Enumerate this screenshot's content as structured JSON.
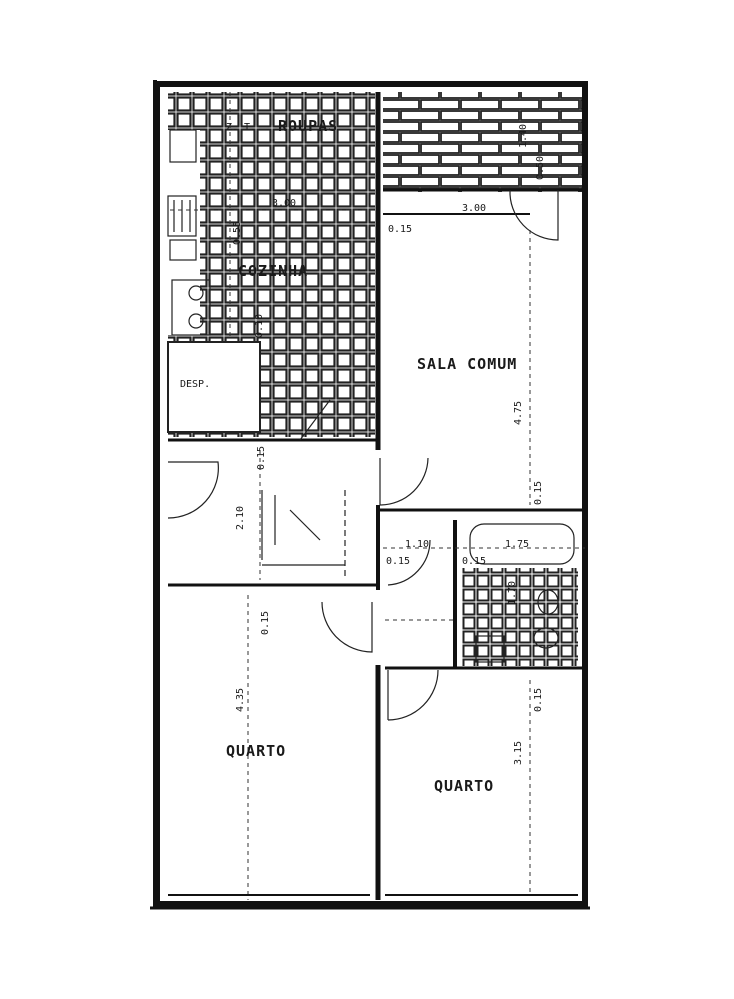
{
  "rooms": {
    "roupas": "ROUPAS",
    "roupas_prefix": "Z. T.",
    "cozinha": "COZINHA",
    "desp": "DESP.",
    "sala_comum": "SALA COMUM",
    "quarto_left": "QUARTO",
    "quarto_right": "QUARTO"
  },
  "dimensions": {
    "kitchen_width": "3.00",
    "sala_width": "3.00",
    "laundry_height": "1.40",
    "laundry_small": "0.50",
    "wall_015_a": "0.15",
    "sala_height": "4.75",
    "wall_015_b": "0.15",
    "kitchen_side": "0.55",
    "kitchen_mid": "0.10",
    "hall_height": "2.10",
    "hall_wall": "0.15",
    "hall_width": "1.10",
    "wall_015_c": "0.15",
    "bath_width": "1.75",
    "bath_wall": "0.15",
    "bath_height": "1.70",
    "quarto_left_wall": "0.15",
    "quarto_left_height": "4.35",
    "quarto_right_wall": "0.15",
    "quarto_right_height": "3.15"
  },
  "colors": {
    "ink": "#111111",
    "paper": "#ffffff"
  }
}
